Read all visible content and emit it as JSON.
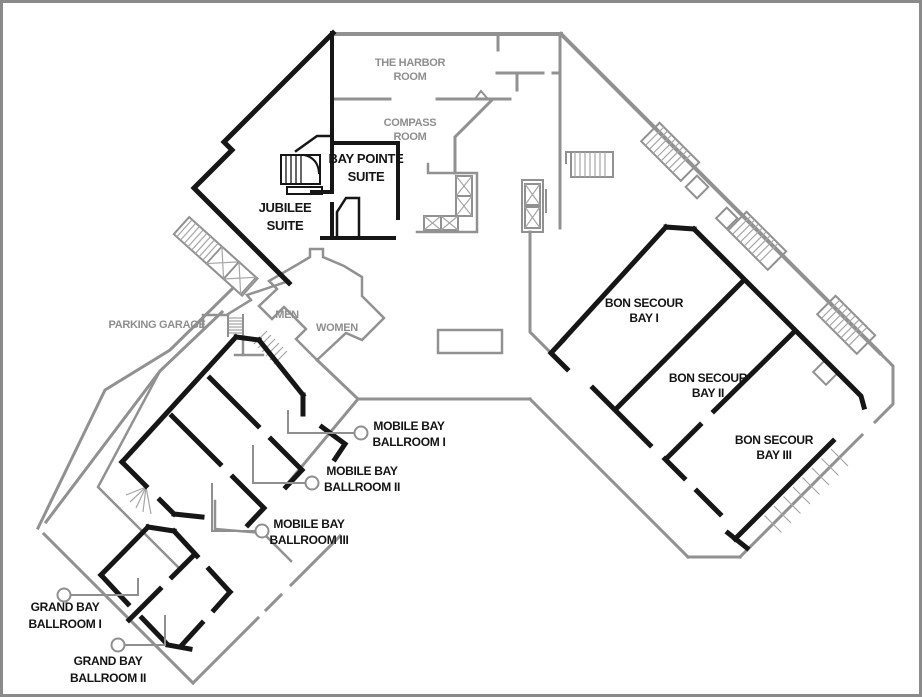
{
  "document": {
    "type": "hotel-conference-level-floor-plan"
  },
  "colors": {
    "wall_primary": "#161616",
    "wall_secondary": "#919191",
    "hatch": "#a6a6a6",
    "label_dark": "#141414",
    "label_gray": "#8e8e8e",
    "background": "#ffffff",
    "page_border": "#8a8a8a"
  },
  "labels": {
    "harbor": {
      "line1": "THE HARBOR",
      "line2": "ROOM"
    },
    "compass": {
      "line1": "COMPASS",
      "line2": "ROOM"
    },
    "bay_pointe": {
      "line1": "BAY POINTE",
      "line2": "SUITE"
    },
    "jubilee": {
      "line1": "JUBILEE",
      "line2": "SUITE"
    },
    "parking": {
      "line1": "PARKING GARAGE"
    },
    "men": {
      "line1": "MEN"
    },
    "women": {
      "line1": "WOMEN"
    },
    "bon_secour_1": {
      "line1": "BON SECOUR",
      "line2": "BAY I"
    },
    "bon_secour_2": {
      "line1": "BON SECOUR",
      "line2": "BAY II"
    },
    "bon_secour_3": {
      "line1": "BON SECOUR",
      "line2": "BAY III"
    },
    "mobile_1": {
      "line1": "MOBILE BAY",
      "line2": "BALLROOM I"
    },
    "mobile_2": {
      "line1": "MOBILE BAY",
      "line2": "BALLROOM II"
    },
    "mobile_3": {
      "line1": "MOBILE BAY",
      "line2": "BALLROOM III"
    },
    "grand_1": {
      "line1": "GRAND BAY",
      "line2": "BALLROOM I"
    },
    "grand_2": {
      "line1": "GRAND BAY",
      "line2": "BALLROOM II"
    }
  }
}
